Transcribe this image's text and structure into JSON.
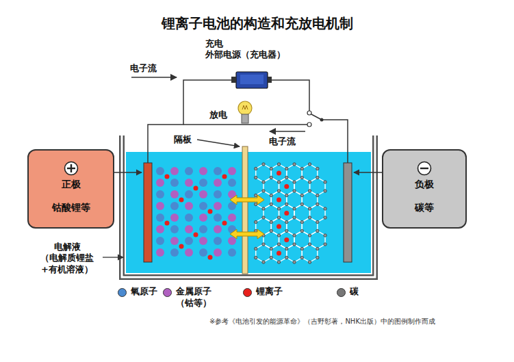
{
  "diagram": {
    "title": "锂离子电池的构造和充放电机制",
    "caption": "※参考《电池引发的能源革命》（吉野彰著，NHK出版）中的图例制作而成",
    "nodes": [
      {
        "text": [
          "正极",
          "钴酸锂等"
        ]
      },
      {
        "text": [
          "负极",
          "碳等"
        ]
      }
    ],
    "labels": [
      "充电",
      "外部电源（充电器）",
      "电子流",
      "放电",
      "隔板",
      "电子流",
      "电解液 （电解质锂盐 +有机溶液）"
    ],
    "legend": [
      {
        "text": "氧原子",
        "color": "#4a8ad0"
      },
      {
        "text": "金属原子 （钴等）",
        "color": "#b060c0"
      },
      {
        "text": "锂离子",
        "color": "#e8201c"
      },
      {
        "text": "碳",
        "color": "#777777"
      }
    ]
  }
}
